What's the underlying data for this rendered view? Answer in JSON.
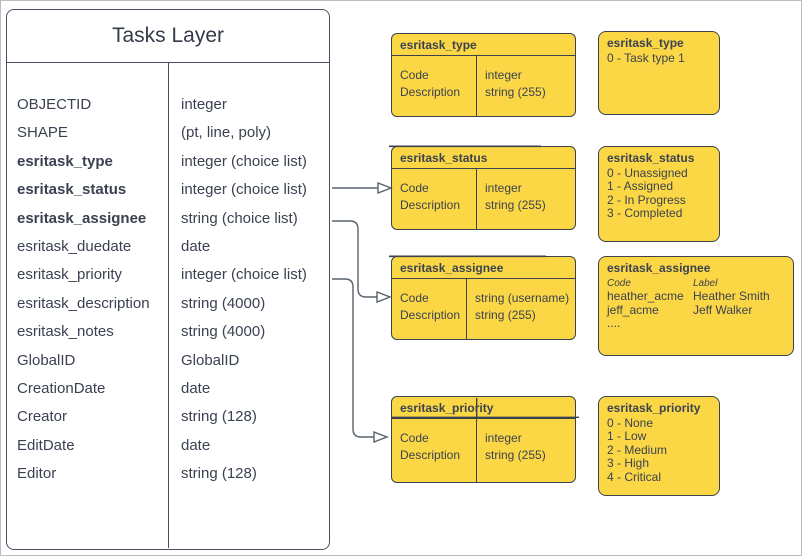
{
  "colors": {
    "yellow": "#FBD746",
    "stroke": "#3B424E",
    "text": "#3A4150",
    "connector": "#5A626D"
  },
  "tasks_layer": {
    "title": "Tasks Layer",
    "fields": [
      {
        "name": "OBJECTID",
        "type": "integer"
      },
      {
        "name": "SHAPE",
        "type": "(pt, line, poly)"
      },
      {
        "name": "esritask_type",
        "type": "integer (choice list)"
      },
      {
        "name": "esritask_status",
        "type": "integer (choice list)"
      },
      {
        "name": "esritask_assignee",
        "type": "string (choice list)"
      },
      {
        "name": "esritask_duedate",
        "type": "date"
      },
      {
        "name": "esritask_priority",
        "type": "integer (choice list)"
      },
      {
        "name": "esritask_description",
        "type": "string (4000)"
      },
      {
        "name": "esritask_notes",
        "type": "string (4000)"
      },
      {
        "name": "GlobalID",
        "type": "GlobalID"
      },
      {
        "name": "CreationDate",
        "type": "date"
      },
      {
        "name": "Creator",
        "type": "string (128)"
      },
      {
        "name": "EditDate",
        "type": "date"
      },
      {
        "name": "Editor",
        "type": "string (128)"
      }
    ]
  },
  "domain_tables": [
    {
      "title": "esritask_type",
      "code_label": "Code",
      "desc_label": "Description",
      "code_type": "integer",
      "desc_type": "string (255)"
    },
    {
      "title": "esritask_status",
      "code_label": "Code",
      "desc_label": "Description",
      "code_type": "integer",
      "desc_type": "string (255)"
    },
    {
      "title": "esritask_assignee",
      "code_label": "Code",
      "desc_label": "Description",
      "code_type": "string  (username)",
      "desc_type": "string (255)"
    },
    {
      "title": "esritask_priority",
      "code_label": "Code",
      "desc_label": "Description",
      "code_type": "integer",
      "desc_type": "string (255)"
    }
  ],
  "value_boxes": [
    {
      "title": "esritask_type",
      "lines": [
        "0 - Task type 1"
      ]
    },
    {
      "title": "esritask_status",
      "lines": [
        "0 - Unassigned",
        "1 - Assigned",
        "2 - In Progress",
        "3 - Completed"
      ]
    },
    {
      "title": "esritask_assignee",
      "col1": "Code",
      "col2": "Label",
      "rows": [
        {
          "code": "heather_acme",
          "label": "Heather Smith"
        },
        {
          "code": "jeff_acme",
          "label": "Jeff Walker"
        }
      ],
      "more": "...."
    },
    {
      "title": "esritask_priority",
      "lines": [
        "0 - None",
        "1 - Low",
        "2 - Medium",
        "3 - High",
        "4 - Critical"
      ]
    }
  ],
  "connections": [
    {
      "from": "esritask_status field",
      "to": "esritask_status domain table"
    },
    {
      "from": "esritask_assignee field",
      "to": "esritask_assignee domain table"
    },
    {
      "from": "esritask_priority field",
      "to": "esritask_priority domain table"
    }
  ]
}
